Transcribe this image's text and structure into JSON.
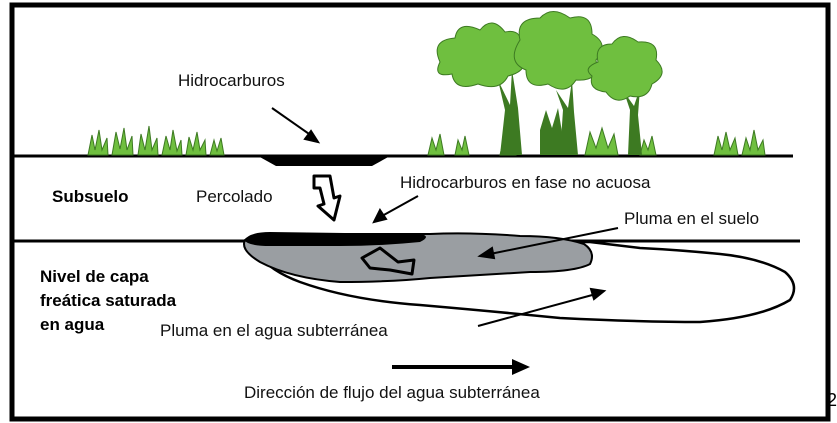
{
  "diagram": {
    "labels": {
      "hydrocarbons": "Hidrocarburos",
      "subsoil": "Subsuelo",
      "percolated": "Percolado",
      "non_aqueous_phase": "Hidrocarburos en fase no acuosa",
      "soil_plume": "Pluma en el suelo",
      "water_table_line1": "Nivel de capa",
      "water_table_line2": "freática saturada",
      "water_table_line3": "en agua",
      "groundwater_plume": "Pluma en el agua subterránea",
      "flow_direction": "Dirección de flujo del agua subterránea"
    },
    "edge_fragment": "2",
    "colors": {
      "frame": "#000000",
      "plume_in_soil": "#9a9ea2",
      "free_product": "#000000",
      "vegetation": "#6fbf3f",
      "vegetation_dark": "#3d7a22"
    }
  }
}
